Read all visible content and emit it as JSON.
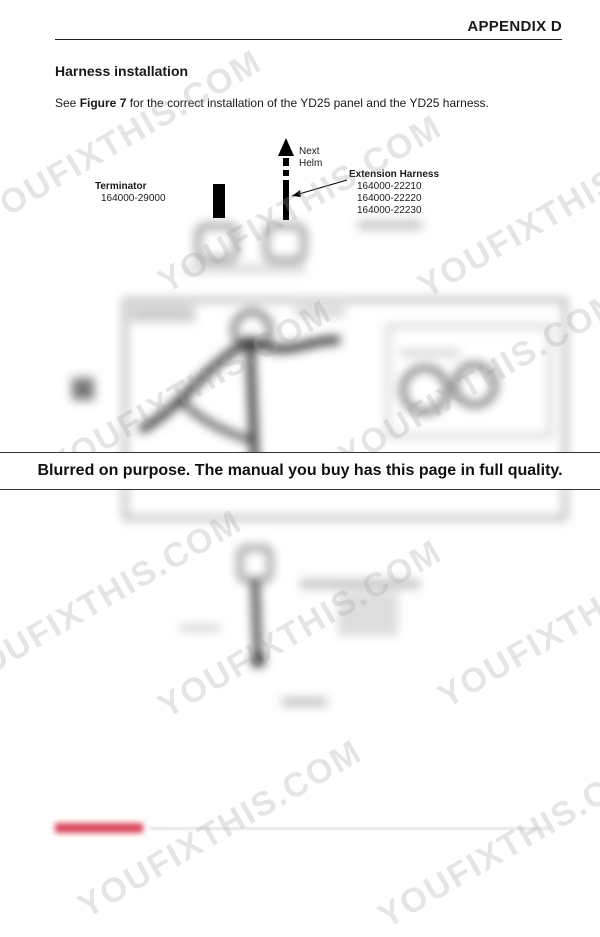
{
  "header": {
    "title": "APPENDIX D"
  },
  "section": {
    "title": "Harness installation"
  },
  "intro": {
    "prefix": "See ",
    "figure_ref": "Figure 7",
    "suffix": " for the correct installation of the YD25 panel and the YD25 harness."
  },
  "diagram": {
    "next_helm": {
      "line1": "Next",
      "line2": "Helm"
    },
    "terminator": {
      "title": "Terminator",
      "part": "164000-29000"
    },
    "extension_harness": {
      "title": "Extension Harness",
      "parts": [
        "164000-22210",
        "164000-22220",
        "164000-22230"
      ]
    }
  },
  "banner": {
    "text": "Blurred on purpose. The manual you buy has this page in full quality."
  },
  "watermark": {
    "text": "YOUFIXTHIS.COM"
  },
  "colors": {
    "accent": "#d9475a",
    "text": "#1a1a1a"
  }
}
